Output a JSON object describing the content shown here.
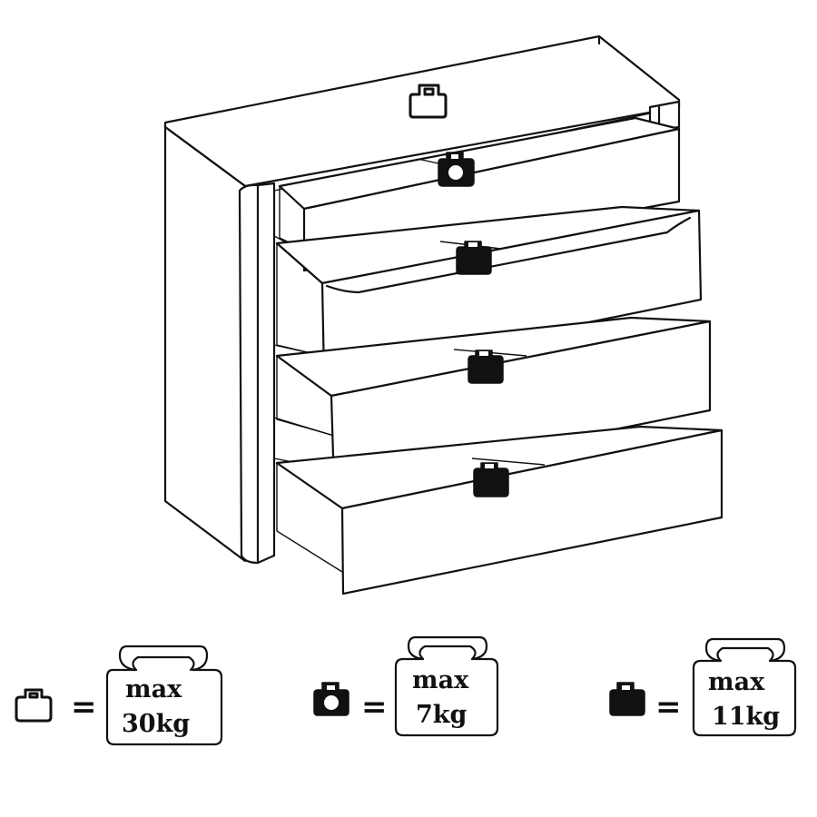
{
  "legend": [
    {
      "icon": "outline-weight-icon",
      "equals": "=",
      "line1": "max",
      "line2": "30kg"
    },
    {
      "icon": "ring-weight-icon",
      "equals": "=",
      "line1": "max",
      "line2": "7kg"
    },
    {
      "icon": "solid-weight-icon",
      "equals": "=",
      "line1": "max",
      "line2": "11kg"
    }
  ],
  "colors": {
    "line": "#111111",
    "background": "#ffffff"
  }
}
